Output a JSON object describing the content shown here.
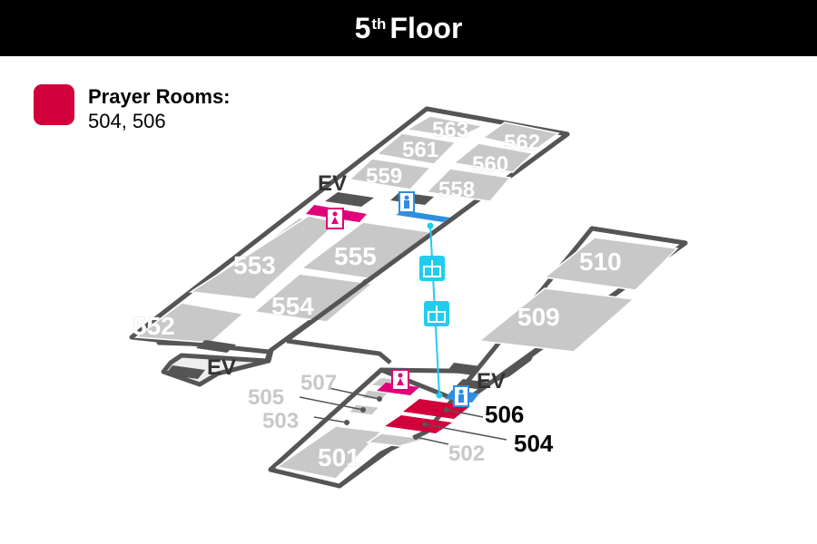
{
  "header": {
    "floor_number": "5",
    "floor_suffix": "th",
    "floor_word": "Floor"
  },
  "legend": {
    "title": "Prayer Rooms:",
    "rooms": "504, 506",
    "color": "#d2003a"
  },
  "colors": {
    "room": "#c8c8c8",
    "outline": "#555555",
    "prayer": "#d2003a",
    "womens_restroom": "#e0007a",
    "mens_restroom": "#2e8fe0",
    "connector": "#22ccee"
  },
  "rooms_north": [
    "563",
    "562",
    "561",
    "560",
    "559",
    "558",
    "555",
    "553",
    "554",
    "552"
  ],
  "rooms_south": [
    "510",
    "509",
    "507",
    "505",
    "503",
    "501",
    "502"
  ],
  "prayer_rooms": [
    "506",
    "504"
  ],
  "elevators": [
    "EV",
    "EV",
    "EV"
  ],
  "icons": [
    "womens-restroom-icon",
    "mens-restroom-icon",
    "connecting-bridge-icon",
    "elevator-icon"
  ]
}
